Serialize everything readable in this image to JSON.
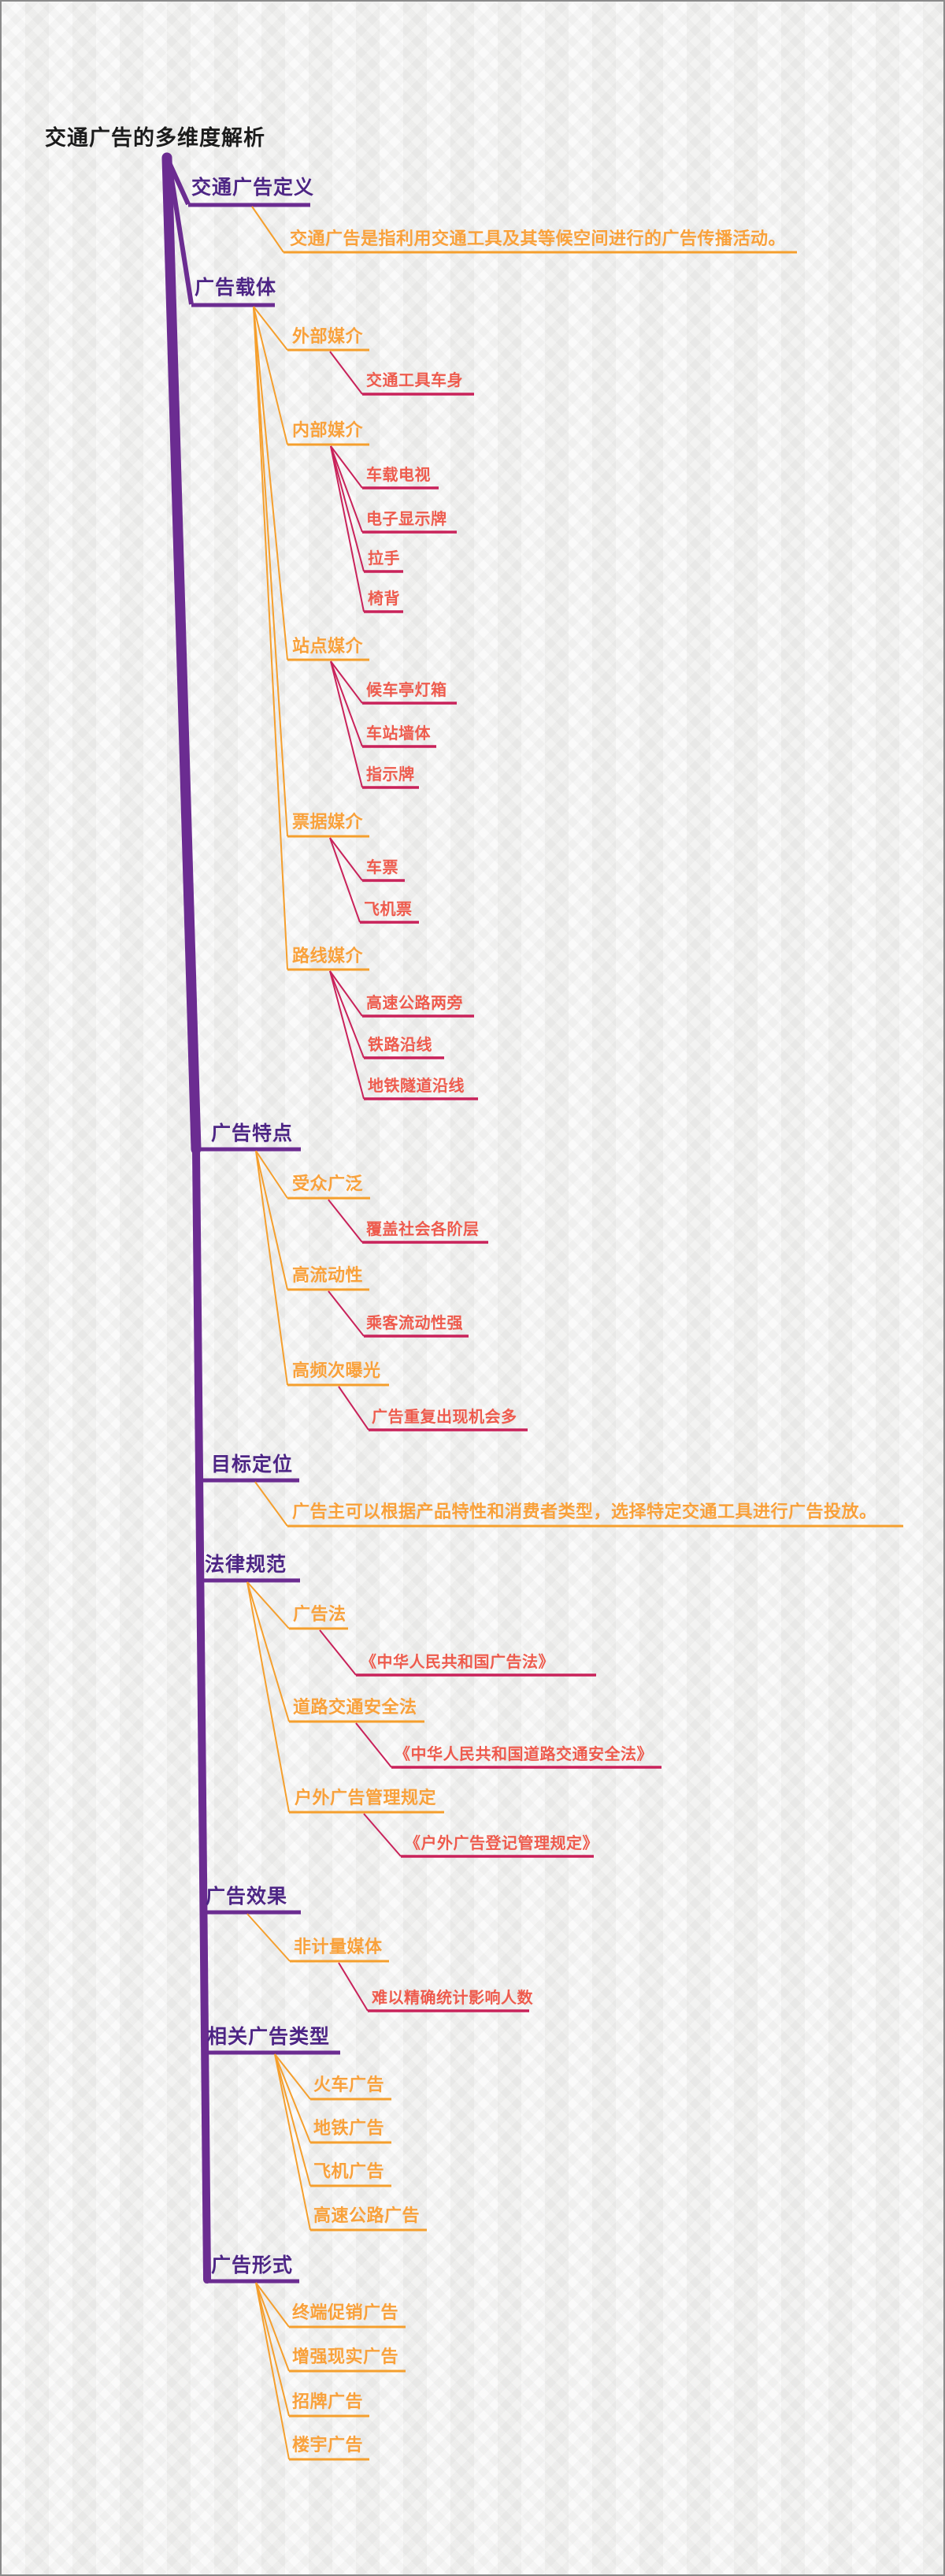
{
  "title": "交通广告的多维度解析",
  "colors": {
    "level1_line": "#6b2c91",
    "level1_text": "#4d2585",
    "level2_line": "#f59f2d",
    "level2_text": "#f9a13b",
    "level3_line": "#c9225a",
    "level3_text": "#ee5b4d",
    "title_text": "#1b1b1b"
  },
  "branches": [
    {
      "label": "交通广告定义",
      "children": [
        {
          "label": "交通广告是指利用交通工具及其等候空间进行的广告传播活动。",
          "children": []
        }
      ]
    },
    {
      "label": "广告载体",
      "children": [
        {
          "label": "外部媒介",
          "children": [
            {
              "label": "交通工具车身"
            }
          ]
        },
        {
          "label": "内部媒介",
          "children": [
            {
              "label": "车载电视"
            },
            {
              "label": "电子显示牌"
            },
            {
              "label": "拉手"
            },
            {
              "label": "椅背"
            }
          ]
        },
        {
          "label": "站点媒介",
          "children": [
            {
              "label": "候车亭灯箱"
            },
            {
              "label": "车站墙体"
            },
            {
              "label": "指示牌"
            }
          ]
        },
        {
          "label": "票据媒介",
          "children": [
            {
              "label": "车票"
            },
            {
              "label": "飞机票"
            }
          ]
        },
        {
          "label": "路线媒介",
          "children": [
            {
              "label": "高速公路两旁"
            },
            {
              "label": "铁路沿线"
            },
            {
              "label": "地铁隧道沿线"
            }
          ]
        }
      ]
    },
    {
      "label": "广告特点",
      "children": [
        {
          "label": "受众广泛",
          "children": [
            {
              "label": "覆盖社会各阶层"
            }
          ]
        },
        {
          "label": "高流动性",
          "children": [
            {
              "label": "乘客流动性强"
            }
          ]
        },
        {
          "label": "高频次曝光",
          "children": [
            {
              "label": "广告重复出现机会多"
            }
          ]
        }
      ]
    },
    {
      "label": "目标定位",
      "children": [
        {
          "label": "广告主可以根据产品特性和消费者类型，选择特定交通工具进行广告投放。",
          "children": []
        }
      ]
    },
    {
      "label": "法律规范",
      "children": [
        {
          "label": "广告法",
          "children": [
            {
              "label": "《中华人民共和国广告法》"
            }
          ]
        },
        {
          "label": "道路交通安全法",
          "children": [
            {
              "label": "《中华人民共和国道路交通安全法》"
            }
          ]
        },
        {
          "label": "户外广告管理规定",
          "children": [
            {
              "label": "《户外广告登记管理规定》"
            }
          ]
        }
      ]
    },
    {
      "label": "广告效果",
      "children": [
        {
          "label": "非计量媒体",
          "children": [
            {
              "label": "难以精确统计影响人数"
            }
          ]
        }
      ]
    },
    {
      "label": "相关广告类型",
      "children": [
        {
          "label": "火车广告"
        },
        {
          "label": "地铁广告"
        },
        {
          "label": "飞机广告"
        },
        {
          "label": "高速公路广告"
        }
      ]
    },
    {
      "label": "广告形式",
      "children": [
        {
          "label": "终端促销广告"
        },
        {
          "label": "增强现实广告"
        },
        {
          "label": "招牌广告"
        },
        {
          "label": "楼宇广告"
        }
      ]
    }
  ]
}
